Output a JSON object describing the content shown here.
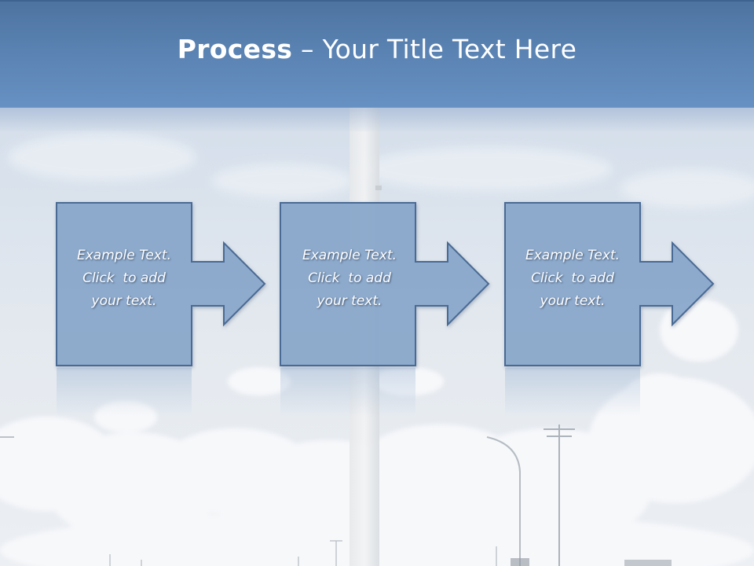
{
  "title": {
    "bold": "Process",
    "rest": " – Your Title Text Here"
  },
  "steps": [
    {
      "line1": "Example Text.",
      "line2": "Click  to add",
      "line3": "your text."
    },
    {
      "line1": "Example Text.",
      "line2": "Click  to add",
      "line3": "your text."
    },
    {
      "line1": "Example Text.",
      "line2": "Click  to add",
      "line3": "your text."
    }
  ],
  "colors": {
    "title_bar": "#5c85b5",
    "shape_fill": "#8aa8cc",
    "shape_stroke": "#4a6a94",
    "title_text": "#ffffff"
  }
}
